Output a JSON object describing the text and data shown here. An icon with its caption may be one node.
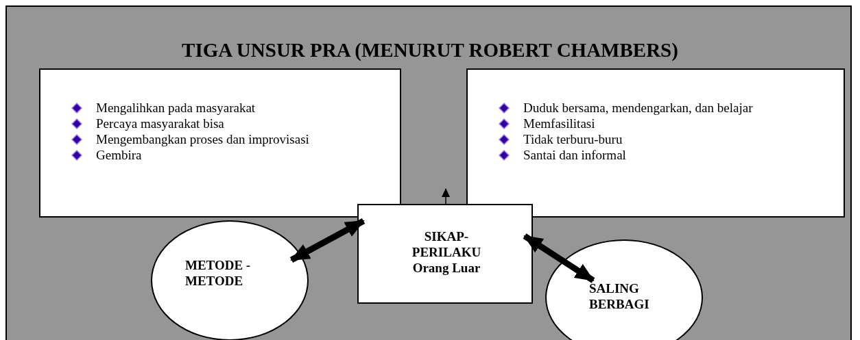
{
  "diagram": {
    "title": "TIGA UNSUR PRA (MENURUT ROBERT CHAMBERS)",
    "nodes": [
      {
        "text": [
          "Mengalihkan pada masyarakat",
          "Percaya masyarakat bisa",
          "Mengembangkan proses dan improvisasi",
          "Gembira"
        ]
      },
      {
        "text": [
          "Duduk bersama, mendengarkan, dan belajar",
          "Memfasilitasi",
          "Tidak terburu-buru",
          "Santai dan informal"
        ]
      },
      {
        "text": [
          "SIKAP- PERILAKU Orang Luar"
        ]
      },
      {
        "text": [
          "METODE - METODE"
        ]
      },
      {
        "text": [
          "SALING BERBAGI"
        ]
      }
    ],
    "edges": [
      {
        "from": 2,
        "to": 3,
        "arrow": "both"
      },
      {
        "from": 2,
        "to": 4,
        "arrow": "both"
      },
      {
        "from": 2,
        "to": null,
        "arrow": "to"
      }
    ]
  }
}
